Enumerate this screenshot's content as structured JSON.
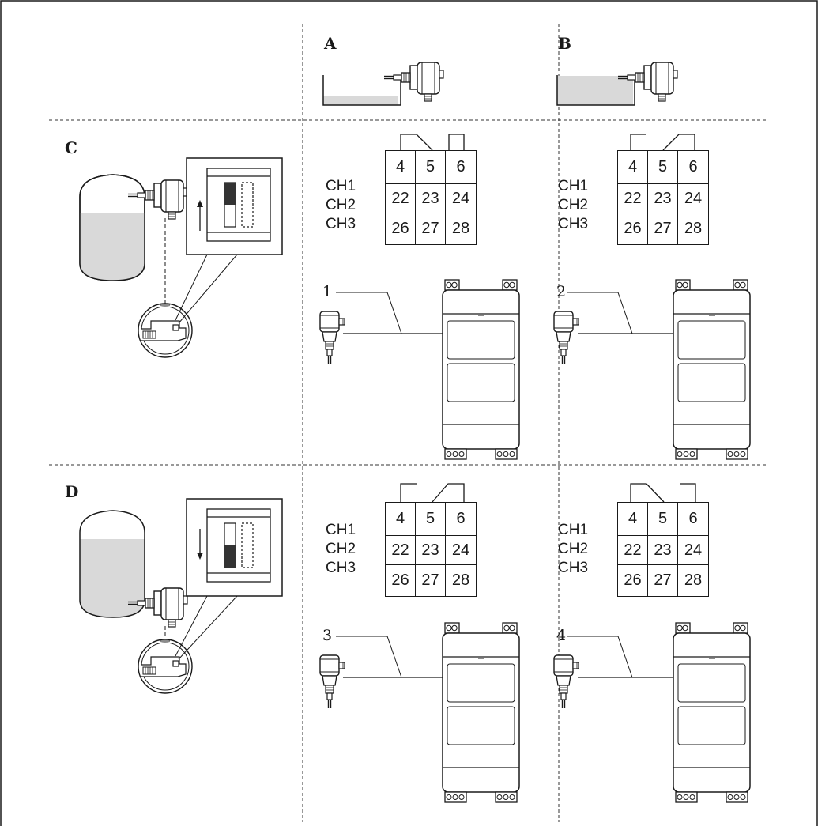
{
  "labels": {
    "A": "A",
    "B": "B",
    "C": "C",
    "D": "D"
  },
  "channels": [
    "CH1",
    "CH2",
    "CH3"
  ],
  "terminals": [
    "4",
    "5",
    "6",
    "22",
    "23",
    "24",
    "26",
    "27",
    "28"
  ],
  "callouts": [
    "1",
    "2",
    "3",
    "4"
  ],
  "colors": {
    "line": "#1a1a1a",
    "fill_medium": "#d9d9d9",
    "fill_dark": "#333333"
  }
}
